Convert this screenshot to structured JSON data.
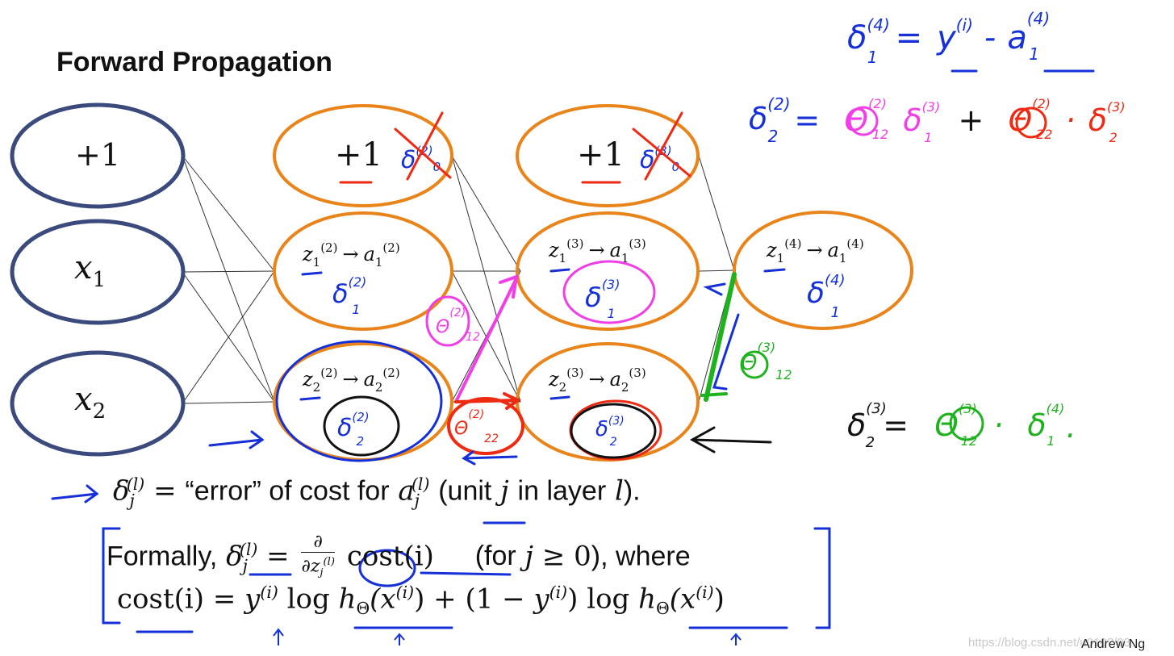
{
  "title": "Forward Propagation",
  "input_layer": {
    "nodes": [
      {
        "label": "+1"
      },
      {
        "label": "x",
        "sub": "1"
      },
      {
        "label": "x",
        "sub": "2"
      }
    ]
  },
  "hidden_layer_2": {
    "bias": {
      "label": "+1",
      "crossed_delta": "δ",
      "crossed_sup": "(2)",
      "crossed_sub": "0"
    },
    "unit1": {
      "z": "z",
      "z_sub": "1",
      "z_sup": "(2)",
      "arrow": "→",
      "a": "a",
      "a_sub": "1",
      "a_sup": "(2)",
      "delta": "δ",
      "delta_sup": "(2)",
      "delta_sub": "1"
    },
    "unit2": {
      "z": "z",
      "z_sub": "2",
      "z_sup": "(2)",
      "arrow": "→",
      "a": "a",
      "a_sub": "2",
      "a_sup": "(2)",
      "delta": "δ",
      "delta_sup": "(2)",
      "delta_sub": "2"
    }
  },
  "hidden_layer_3": {
    "bias": {
      "label": "+1",
      "crossed_delta": "δ",
      "crossed_sup": "(3)",
      "crossed_sub": "0"
    },
    "unit1": {
      "z": "z",
      "z_sub": "1",
      "z_sup": "(3)",
      "arrow": "→",
      "a": "a",
      "a_sub": "1",
      "a_sup": "(3)",
      "delta": "δ",
      "delta_sup": "(3)",
      "delta_sub": "1"
    },
    "unit2": {
      "z": "z",
      "z_sub": "2",
      "z_sup": "(3)",
      "arrow": "→",
      "a": "a",
      "a_sub": "2",
      "a_sup": "(3)",
      "delta": "δ",
      "delta_sup": "(3)",
      "delta_sub": "2"
    }
  },
  "output_layer": {
    "unit1": {
      "z": "z",
      "z_sub": "1",
      "z_sup": "(4)",
      "arrow": "→",
      "a": "a",
      "a_sub": "1",
      "a_sup": "(4)",
      "delta": "δ",
      "delta_sup": "(4)",
      "delta_sub": "1"
    }
  },
  "weights": {
    "pink": {
      "sym": "Θ",
      "sup": "(2)",
      "sub": "12"
    },
    "red": {
      "sym": "Θ",
      "sup": "(2)",
      "sub": "22"
    },
    "green": {
      "sym": "Θ",
      "sup": "(3)",
      "sub": "12"
    }
  },
  "equations": {
    "eq1": {
      "lhs": "δ",
      "lhs_sup": "(4)",
      "lhs_sub": "1",
      "eq": "=",
      "y": "y",
      "y_sup": "(i)",
      "minus": "-",
      "a": "a",
      "a_sup": "(4)",
      "a_sub": "1"
    },
    "eq2": {
      "lhs": "δ",
      "lhs_sup": "(2)",
      "lhs_sub": "2",
      "eq": "=",
      "t1": "Θ",
      "t1_sup": "(2)",
      "t1_sub": "12",
      "d1": "δ",
      "d1_sup": "(3)",
      "d1_sub": "1",
      "plus": "+",
      "t2": "Θ",
      "t2_sup": "(2)",
      "t2_sub": "22",
      "dot": "·",
      "d2": "δ",
      "d2_sup": "(3)",
      "d2_sub": "2"
    },
    "eq3": {
      "lhs": "δ",
      "lhs_sup": "(3)",
      "lhs_sub": "2",
      "eq": "=",
      "t": "Θ",
      "t_sup": "(3)",
      "t_sub": "12",
      "dot": "·",
      "d": "δ",
      "d_sup": "(4)",
      "d_sub": "1",
      "period": "."
    }
  },
  "definition": {
    "delta": "δ",
    "sub": "j",
    "sup": "(l)",
    "eq": "=",
    "text1": "“error” of cost for",
    "a": "a",
    "a_sub": "j",
    "a_sup": "(l)",
    "text2": "(unit",
    "j": "j",
    "text3": "in layer",
    "l": "l",
    "text4": ")."
  },
  "formally": {
    "label": "Formally,",
    "delta": "δ",
    "sub": "j",
    "sup": "(l)",
    "eq": "=",
    "num": "∂",
    "den": "∂z",
    "den_sub": "j",
    "den_sup": "(l)",
    "cost": "cost(i)",
    "cond_open": "(for",
    "cond_j": "j",
    "cond_ge": "≥ 0",
    "cond_close": "), where"
  },
  "cost": {
    "lhs": "cost(i)",
    "eq": "=",
    "y": "y",
    "y_sup": "(i)",
    "log1": "log",
    "h1": "h",
    "h1_sub": "Θ",
    "x1": "(x",
    "x1_sup": "(i)",
    "close1": ")",
    "plus": "+",
    "one_minus": "(1 −",
    "y2": "y",
    "y2_sup": "(i)",
    "close_paren": ")",
    "log2": "log",
    "h2": "h",
    "h2_sub": "Θ",
    "x2": "(x",
    "x2_sup": "(i)",
    "close2": ")"
  },
  "watermark": "https://blog.csdn.net/u010?/03",
  "author": "Andrew Ng",
  "colors": {
    "node_input": "#3a4a7c",
    "node_hidden": "#e8841a",
    "ink_blue": "#1530d8",
    "ink_pink": "#f13ee6",
    "ink_red": "#ee2a12",
    "ink_green": "#1fb21f",
    "ink_black": "#111111"
  }
}
